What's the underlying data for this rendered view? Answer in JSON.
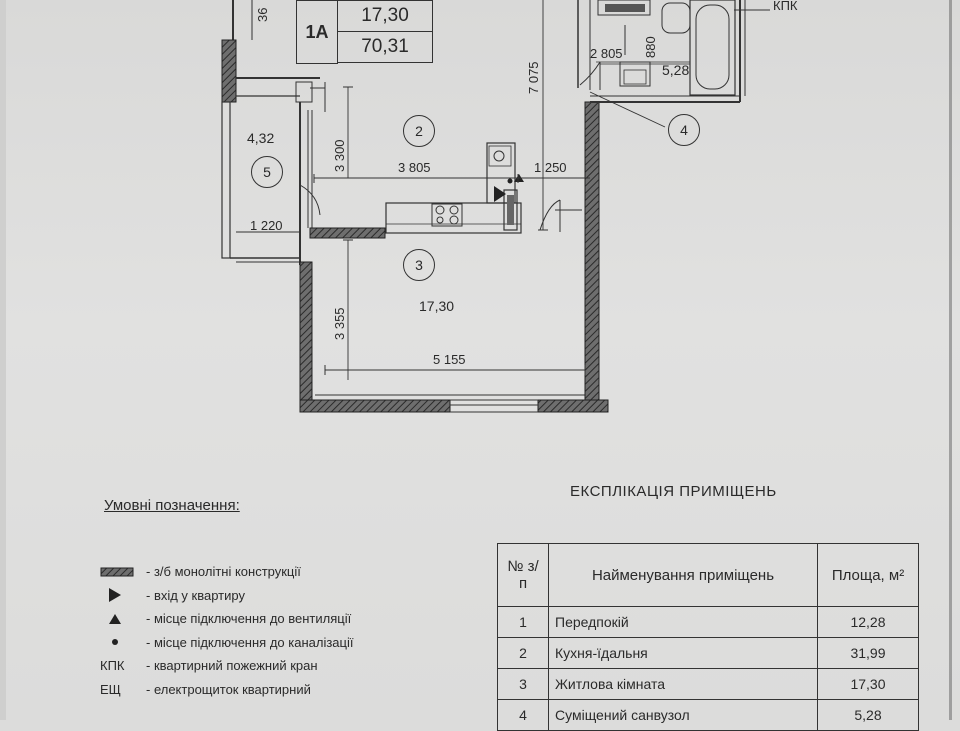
{
  "apartment": {
    "code": "1А",
    "living_area": "17,30",
    "total_area": "70,31"
  },
  "top_partial_label": "36",
  "kpk_label": "КПК",
  "dimensions": {
    "d_2805": "2 805",
    "d_880": "880",
    "d_7075": "7 075",
    "d_3300": "3 300",
    "d_3805": "3 805",
    "d_1250": "1 250",
    "d_1220": "1 220",
    "d_3355": "3 355",
    "d_5155": "5 155"
  },
  "room_areas": {
    "r4": "5,28",
    "r5": "4,32",
    "r3": "17,30"
  },
  "room_numbers": [
    "2",
    "5",
    "3",
    "4"
  ],
  "legend": {
    "title": "Умовні позначення:",
    "items": [
      {
        "symbol": "hatch-wall-icon",
        "text": "- з/б монолітні конструкції"
      },
      {
        "symbol": "entrance-triangle-icon",
        "text": "- вхід у квартиру"
      },
      {
        "symbol": "ventilation-triangle-icon",
        "text": "- місце підключення до вентиляції"
      },
      {
        "symbol": "sewer-dot-icon",
        "text": "- місце підключення до каналізації"
      },
      {
        "symbol": "КПК",
        "text": "- квартирний пожежний кран"
      },
      {
        "symbol": "ЕЩ",
        "text": "- електрощиток квартирний"
      }
    ]
  },
  "explication": {
    "title": "ЕКСПЛІКАЦІЯ ПРИМІЩЕНЬ",
    "headers": {
      "num": "№ з/п",
      "name": "Найменування приміщень",
      "area": "Площа, м²"
    },
    "rows": [
      {
        "num": "1",
        "name": "Передпокій",
        "area": "12,28"
      },
      {
        "num": "2",
        "name": "Кухня-їдальня",
        "area": "31,99"
      },
      {
        "num": "3",
        "name": "Житлова кімната",
        "area": "17,30"
      },
      {
        "num": "4",
        "name": "Суміщений санвузол",
        "area": "5,28"
      }
    ]
  }
}
